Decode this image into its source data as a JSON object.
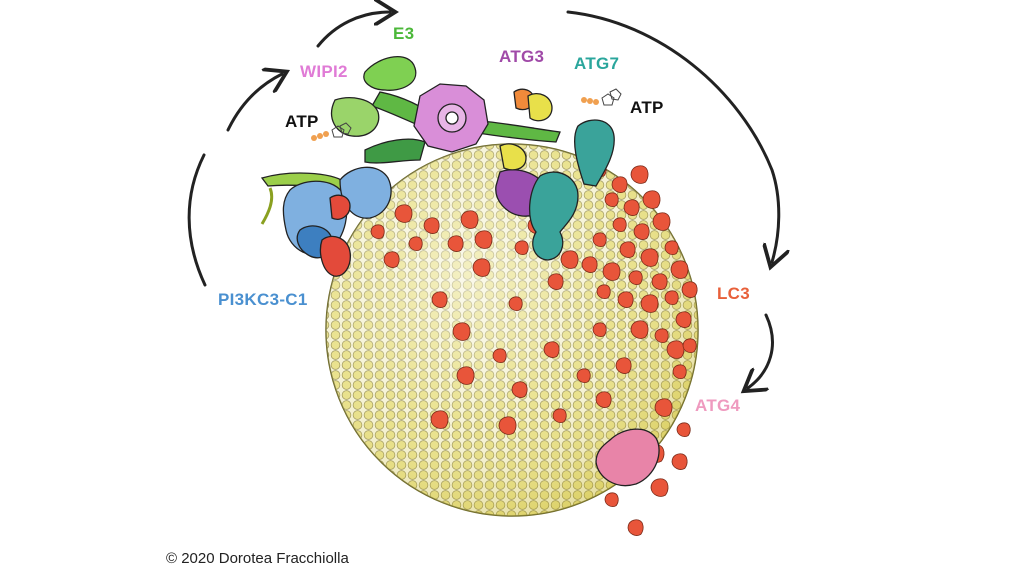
{
  "labels": {
    "e3": {
      "text": "E3",
      "color": "#4cb83a"
    },
    "wipi2": {
      "text": "WIPI2",
      "color": "#e07bd6"
    },
    "atg3": {
      "text": "ATG3",
      "color": "#a04aa8"
    },
    "atg7": {
      "text": "ATG7",
      "color": "#2aa69c"
    },
    "atp_left": {
      "text": "ATP",
      "color": "#111111"
    },
    "atp_right": {
      "text": "ATP",
      "color": "#111111"
    },
    "pi3kc3": {
      "text": "PI3KC3-C1",
      "color": "#4a90d0"
    },
    "lc3": {
      "text": "LC3",
      "color": "#e8603a"
    },
    "atg4": {
      "text": "ATG4",
      "color": "#ef9abf"
    }
  },
  "credit": "© 2020 Dorotea Fracchiolla",
  "colors": {
    "vesicle": "#d9d06a",
    "lc3_blob": "#e8553a",
    "e3_green": "#7fc95a",
    "wipi2_pink": "#d98ed8",
    "atg3_purple": "#9b4fb0",
    "atg7_teal": "#3aa39a",
    "pi3k_blue": "#6ea5d8",
    "atg4_pink": "#e884a8",
    "yellow_subunit": "#e8e04a",
    "arrow": "#222222"
  }
}
